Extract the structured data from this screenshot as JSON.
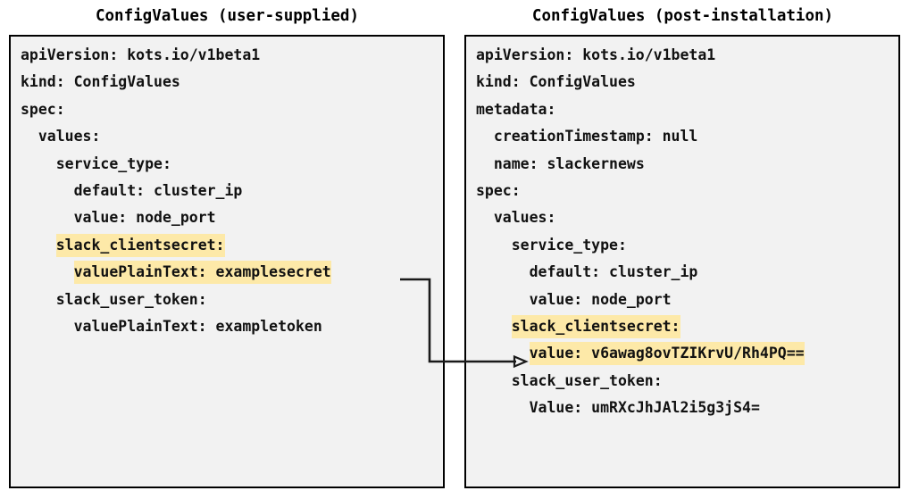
{
  "panels": [
    {
      "id": "user-supplied",
      "title": "ConfigValues (user-supplied)",
      "lines": [
        {
          "indent": 0,
          "segments": [
            {
              "text": "apiVersion: kots.io/v1beta1",
              "highlight": false
            }
          ]
        },
        {
          "indent": 0,
          "segments": [
            {
              "text": "kind: ConfigValues",
              "highlight": false
            }
          ]
        },
        {
          "indent": 0,
          "segments": [
            {
              "text": "spec:",
              "highlight": false
            }
          ]
        },
        {
          "indent": 1,
          "segments": [
            {
              "text": "values:",
              "highlight": false
            }
          ]
        },
        {
          "indent": 2,
          "segments": [
            {
              "text": "service_type:",
              "highlight": false
            }
          ]
        },
        {
          "indent": 3,
          "segments": [
            {
              "text": "default: cluster_ip",
              "highlight": false
            }
          ]
        },
        {
          "indent": 3,
          "segments": [
            {
              "text": "value: node_port",
              "highlight": false
            }
          ]
        },
        {
          "indent": 2,
          "segments": [
            {
              "text": "slack_clientsecret:",
              "highlight": true
            }
          ]
        },
        {
          "indent": 3,
          "segments": [
            {
              "text": "valuePlainText: examplesecret",
              "highlight": true
            }
          ]
        },
        {
          "indent": 2,
          "segments": [
            {
              "text": "slack_user_token:",
              "highlight": false
            }
          ]
        },
        {
          "indent": 3,
          "segments": [
            {
              "text": "valuePlainText: exampletoken",
              "highlight": false
            }
          ]
        }
      ]
    },
    {
      "id": "post-installation",
      "title": "ConfigValues (post-installation)",
      "lines": [
        {
          "indent": 0,
          "segments": [
            {
              "text": "apiVersion: kots.io/v1beta1",
              "highlight": false
            }
          ]
        },
        {
          "indent": 0,
          "segments": [
            {
              "text": "kind: ConfigValues",
              "highlight": false
            }
          ]
        },
        {
          "indent": 0,
          "segments": [
            {
              "text": "metadata:",
              "highlight": false
            }
          ]
        },
        {
          "indent": 1,
          "segments": [
            {
              "text": "creationTimestamp: null",
              "highlight": false
            }
          ]
        },
        {
          "indent": 1,
          "segments": [
            {
              "text": "name: slackernews",
              "highlight": false
            }
          ]
        },
        {
          "indent": 0,
          "segments": [
            {
              "text": "spec:",
              "highlight": false
            }
          ]
        },
        {
          "indent": 1,
          "segments": [
            {
              "text": "values:",
              "highlight": false
            }
          ]
        },
        {
          "indent": 2,
          "segments": [
            {
              "text": "service_type:",
              "highlight": false
            }
          ]
        },
        {
          "indent": 3,
          "segments": [
            {
              "text": "default: cluster_ip",
              "highlight": false
            }
          ]
        },
        {
          "indent": 3,
          "segments": [
            {
              "text": "value: node_port",
              "highlight": false
            }
          ]
        },
        {
          "indent": 2,
          "segments": [
            {
              "text": "slack_clientsecret:",
              "highlight": true
            }
          ]
        },
        {
          "indent": 3,
          "segments": [
            {
              "text": "value: v6awag8ovTZIKrvU/Rh4PQ==",
              "highlight": true
            }
          ]
        },
        {
          "indent": 2,
          "segments": [
            {
              "text": "slack_user_token:",
              "highlight": false
            }
          ]
        },
        {
          "indent": 3,
          "segments": [
            {
              "text": "Value: umRXcJhJAl2i5g3jS4=",
              "highlight": false
            }
          ]
        }
      ]
    }
  ],
  "connector": {
    "description": "arrow from user-supplied valuePlainText line to post-installation encrypted value line",
    "color": "#1a1a1a"
  },
  "colors": {
    "highlight": "#fde9a8",
    "box_background": "#f2f2f2",
    "box_border": "#000000",
    "text": "#111111"
  }
}
